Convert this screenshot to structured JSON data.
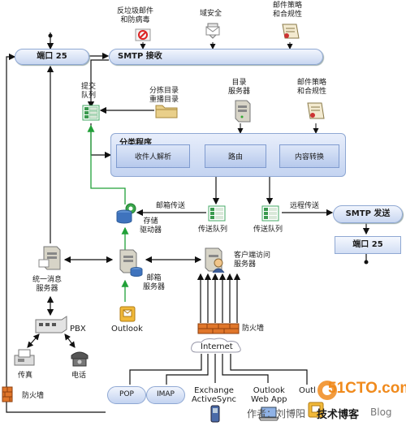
{
  "labels": {
    "antispam": [
      "反垃圾邮件",
      "和防病毒"
    ],
    "domain_security": "域安全",
    "policy_compliance_top": [
      "邮件策略",
      "和合规性"
    ],
    "port25_top": "端口 25",
    "smtp_receive": "SMTP 接收",
    "submission_queue": [
      "提交",
      "队列"
    ],
    "pickup_replay": [
      "分拣目录",
      "重播目录"
    ],
    "directory_server": [
      "目录",
      "服务器"
    ],
    "policy_compliance_mid": [
      "邮件策略",
      "和合规性"
    ],
    "categorizer": "分类程序",
    "recipient_resolution": "收件人解析",
    "routing": "路由",
    "content_conversion": "内容转换",
    "mailbox_delivery": "邮箱传送",
    "remote_delivery": "远程传送",
    "smtp_send": "SMTP 发送",
    "store_driver": [
      "存储",
      "驱动器"
    ],
    "delivery_queue_1": "传送队列",
    "delivery_queue_2": "传送队列",
    "port25_right": "端口 25",
    "unified_messaging": [
      "统一消息",
      "服务器"
    ],
    "mailbox_server": [
      "邮箱",
      "服务器"
    ],
    "client_access": [
      "客户端访问",
      "服务器"
    ],
    "outlook": "Outlook",
    "firewall_mid": "防火墙",
    "internet": "Internet",
    "pbx": "PBX",
    "fax": "传真",
    "phone": "电话",
    "firewall_left": "防火墙",
    "pop": "POP",
    "imap": "IMAP",
    "exchange_activesync": [
      "Exchange",
      "ActiveSync"
    ],
    "outlook_web_app": [
      "Outlook",
      "Web App"
    ],
    "outlook_bottom": "Outl"
  },
  "watermark": {
    "site": "51CTO.com",
    "blog": "技术博客",
    "author": "作者：刘博阳",
    "blog_suffix": "Blog"
  },
  "colors": {
    "arrow": "#111111",
    "green_arrow": "#21a038",
    "pill_border": "#8fa8d3",
    "categorizer_fill": "#c9d7f1",
    "firewall": "#e0762a",
    "watermark_orange": "#f08a1c"
  }
}
